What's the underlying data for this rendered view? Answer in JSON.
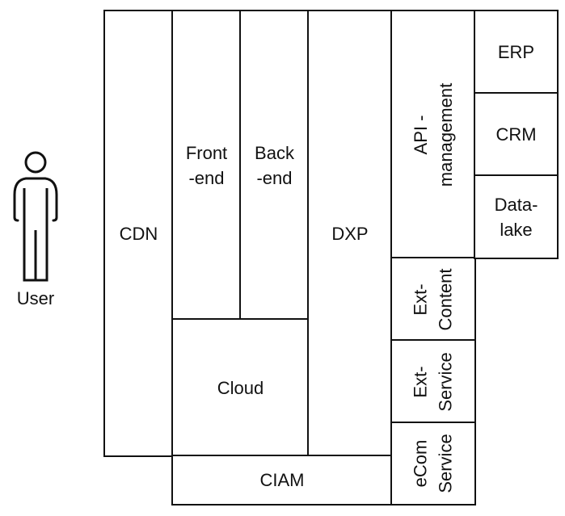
{
  "user": {
    "label": "User",
    "icon": "person-icon"
  },
  "blocks": {
    "cdn": "CDN",
    "frontend": "Front\n-end",
    "backend": "Back\n-end",
    "cloud": "Cloud",
    "dxp": "DXP",
    "ciam": "CIAM",
    "api_management": "API - management",
    "erp": "ERP",
    "crm": "CRM",
    "datalake": "Data-\nlake",
    "ext_content": "Ext-\nContent",
    "ext_service": "Ext-\nService",
    "ecom_service": "eCom\nService"
  }
}
